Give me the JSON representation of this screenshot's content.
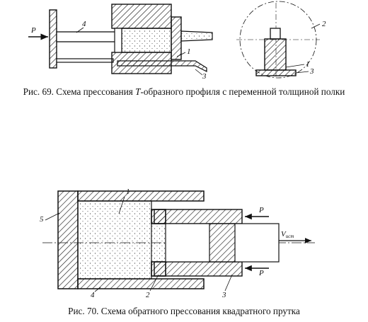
{
  "figure69": {
    "caption_parts": [
      "Рис. 69. Схема прессования ",
      "T",
      "-образного профиля с переменной толщиной полки"
    ],
    "labels": {
      "force": "P",
      "n4": "4",
      "n1": "1",
      "n3": "3",
      "n2": "2",
      "n1b": "1",
      "n3b": "3"
    }
  },
  "figure70": {
    "caption": "Рис. 70. Схема обратного прессования квадратного прутка",
    "labels": {
      "n1": "1",
      "n5": "5",
      "p_top": "P",
      "p_bottom": "P",
      "v": "V",
      "v_sub": "ист",
      "n4": "4",
      "n2": "2",
      "n3": "3"
    }
  }
}
